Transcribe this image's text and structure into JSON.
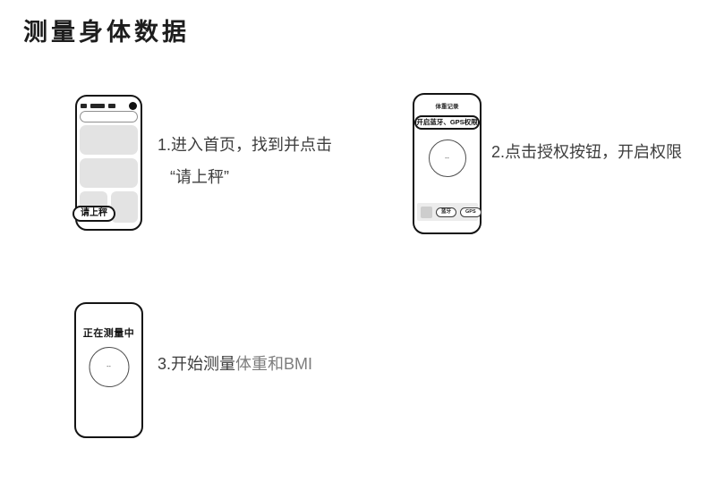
{
  "title": "测量身体数据",
  "steps": [
    {
      "text": "1.进入首页，找到并点击",
      "text2": "“请上秤”"
    },
    {
      "text": "2.点击授权按钮，开启权限"
    },
    {
      "text": "3.开始测量",
      "suffix": "体重和BMI"
    }
  ],
  "phone1": {
    "scale_button": "请上秤"
  },
  "phone2": {
    "header": "体重记录",
    "permission_banner": "开启蓝牙、GPS权限",
    "circle_value": "--",
    "bluetooth_pill": "蓝牙",
    "gps_pill": "GPS"
  },
  "phone3": {
    "status": "正在测量中",
    "circle_value": "--"
  },
  "colors": {
    "text_dark": "#3e3e3e",
    "text_muted": "#7d7d7d",
    "placeholder_gray": "#e3e3e3",
    "frame_black": "#141414"
  }
}
